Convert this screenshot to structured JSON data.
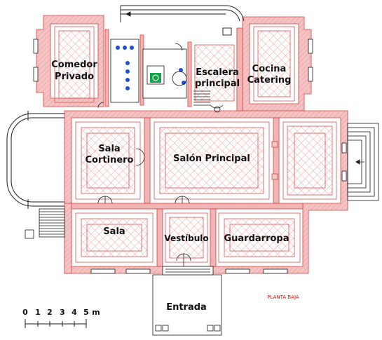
{
  "rooms": {
    "comedor_privado_1": "Comedor",
    "comedor_privado_2": "Privado",
    "escalera_1": "Escalera",
    "escalera_2": "principal",
    "cocina_1": "Cocina",
    "cocina_2": "Catering",
    "sala_cortinero_1": "Sala",
    "sala_cortinero_2": "Cortinero",
    "salon_principal": "Salón Principal",
    "sala": "Sala",
    "vestibulo": "Vestíbulo",
    "guardarropa": "Guardarropa",
    "entrada": "Entrada"
  },
  "scale": {
    "ticks": [
      "0",
      "1",
      "2",
      "3",
      "4",
      "5"
    ],
    "unit": "m"
  },
  "note": "PLANTA BAJA",
  "colors": {
    "wall_fill": "#f2b5b5",
    "wall_edge": "#e04848",
    "pattern": "#e87878",
    "ink": "#1a1a1a",
    "accessibility": "#16a34a",
    "fixtures": "#1f4fd6"
  }
}
